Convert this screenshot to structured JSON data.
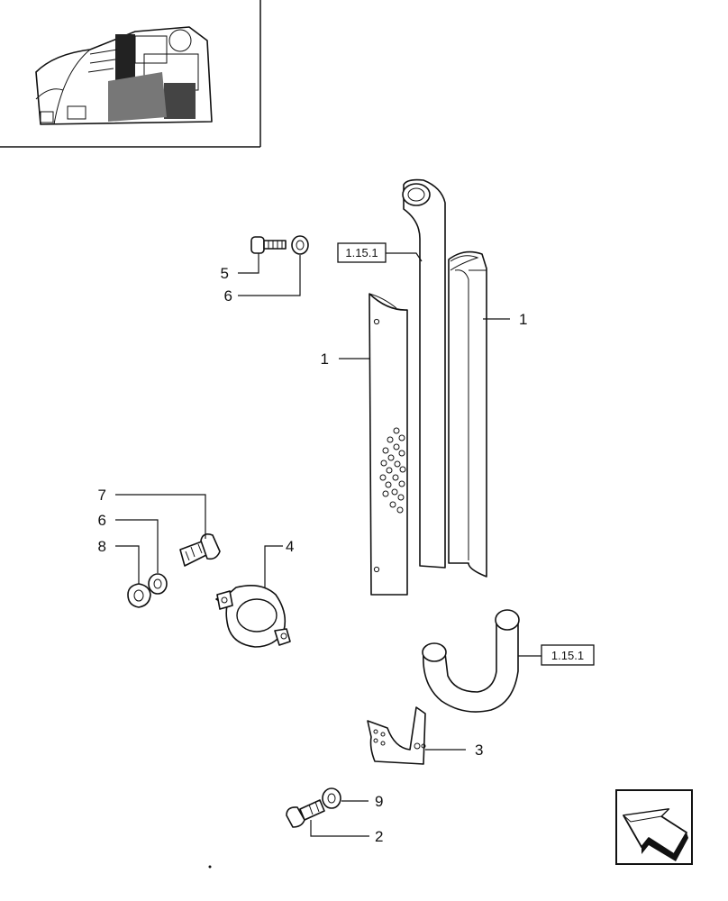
{
  "callouts": {
    "c5": "5",
    "c6a": "6",
    "c1_left": "1",
    "c1_right": "1",
    "c7": "7",
    "c6b": "6",
    "c8": "8",
    "c4": "4",
    "c3": "3",
    "c9": "9",
    "c2": "2"
  },
  "references": {
    "ref_pipe": "1.15.1",
    "ref_elbow": "1.15.1"
  },
  "icons": {
    "nav": "back-arrow-icon",
    "thumbnail": "tractor-engine-thumbnail"
  }
}
